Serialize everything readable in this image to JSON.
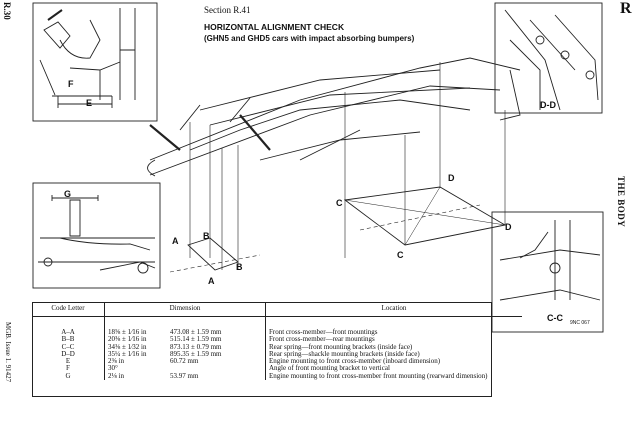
{
  "page": {
    "section_number": "R.30",
    "section_letter": "R",
    "section_name": "THE BODY",
    "footer": "MGB.   Issue 1.   91427"
  },
  "header": {
    "section": "Section R.41",
    "title": "HORIZONTAL ALIGNMENT CHECK",
    "subtitle": "(GHN5 and GHD5 cars with impact absorbing bumpers)"
  },
  "figure": {
    "callouts": {
      "a_upper": "A",
      "b_upper": "B",
      "a_lower": "A",
      "b_lower": "B",
      "c_left": "C",
      "c_mid": "C",
      "d_top": "D",
      "d_right": "D",
      "e": "E",
      "f": "F",
      "g": "G",
      "dd": "D-D",
      "cc": "C-C"
    },
    "ref_code": "9NC 067"
  },
  "table": {
    "headers": {
      "code": "Code Letter",
      "dimension": "Dimension",
      "location": "Location"
    },
    "rows": [
      {
        "code": "A–A",
        "imperial": "18⅝ ± 1⁄16 in",
        "metric": "473.08 ± 1.59 mm",
        "location": "Front cross-member—front mountings"
      },
      {
        "code": "B–B",
        "imperial": "20⅜ ± 1⁄16 in",
        "metric": "515.14 ± 1.59 mm",
        "location": "Front cross-member—rear mountings"
      },
      {
        "code": "C–C",
        "imperial": "34⅜ ± 1⁄32 in",
        "metric": "873.13 ± 0.79 mm",
        "location": "Rear spring—front mounting brackets (inside face)"
      },
      {
        "code": "D–D",
        "imperial": "35¼ ± 1⁄16 in",
        "metric": "895.35 ± 1.59 mm",
        "location": "Rear spring—shackle mounting brackets (inside face)"
      },
      {
        "code": "E",
        "imperial": "2⅜ in",
        "metric": "60.72 mm",
        "location": "Engine mounting to front cross-member (inboard dimension)"
      },
      {
        "code": "F",
        "imperial": "30°",
        "metric": "",
        "location": "Angle of front mounting bracket to vertical"
      },
      {
        "code": "G",
        "imperial": "2⅛ in",
        "metric": "53.97 mm",
        "location": "Engine mounting to front cross-member front mounting (rearward dimension)"
      }
    ]
  }
}
